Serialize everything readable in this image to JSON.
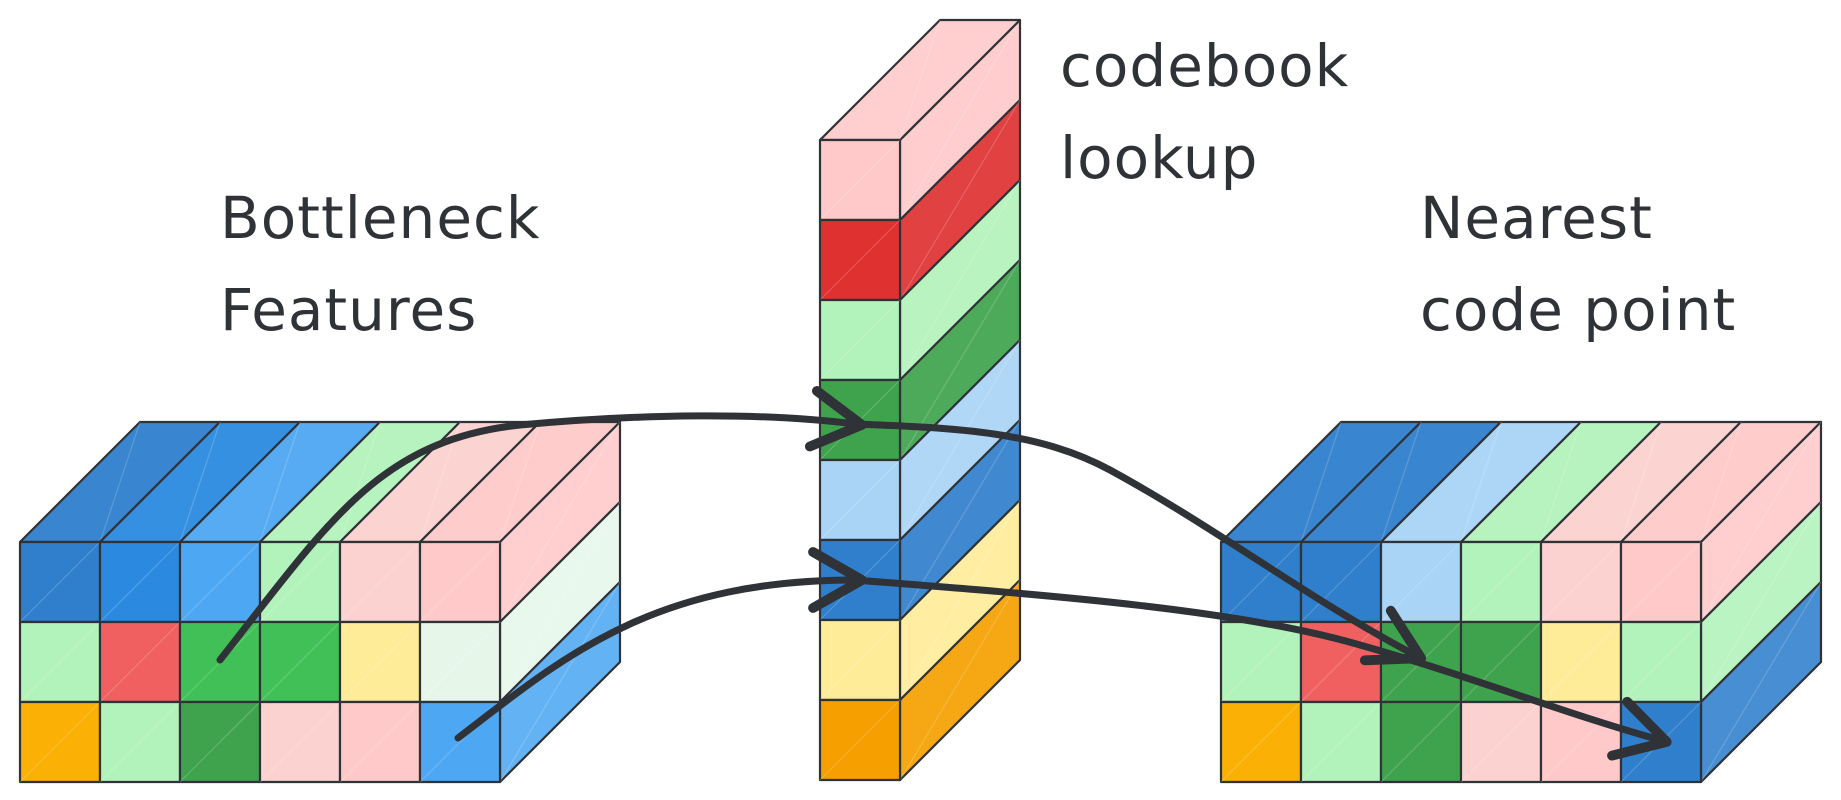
{
  "labels": {
    "bottleneck": [
      "Bottleneck",
      "Features"
    ],
    "codebook": [
      "codebook",
      "lookup"
    ],
    "nearest": [
      "Nearest",
      "code point"
    ]
  },
  "colors": {
    "dark_blue": "#2f7fcc",
    "blue": "#2b8ae0",
    "mid_blue": "#4ea7f2",
    "light_blue": "#a9d4f5",
    "light_green": "#b2f2bb",
    "green": "#40c057",
    "dark_green": "#3fa34d",
    "pink": "#ffc9c9",
    "light_pink": "#fbd2d0",
    "red": "#e03131",
    "salmon": "#f06060",
    "yellow": "#ffec99",
    "orange": "#f59f00",
    "amber": "#fab005",
    "pale_green": "#e6f7ea",
    "stroke": "#2f3237"
  },
  "bottleneck_grid": {
    "front": [
      [
        "dark_blue",
        "blue",
        "mid_blue",
        "light_green",
        "light_pink",
        "pink"
      ],
      [
        "light_green",
        "salmon",
        "green",
        "green",
        "yellow",
        "pale_green"
      ],
      [
        "amber",
        "light_green",
        "dark_green",
        "light_pink",
        "pink",
        "mid_blue"
      ]
    ],
    "side": [
      "pink",
      "pale_green",
      "mid_blue"
    ]
  },
  "codebook_column": [
    "pink",
    "red",
    "light_green",
    "dark_green",
    "light_blue",
    "dark_blue",
    "yellow",
    "orange"
  ],
  "nearest_grid": {
    "front": [
      [
        "dark_blue",
        "dark_blue",
        "light_blue",
        "light_green",
        "light_pink",
        "pink"
      ],
      [
        "light_green",
        "salmon",
        "dark_green",
        "dark_green",
        "yellow",
        "light_green"
      ],
      [
        "amber",
        "light_green",
        "dark_green",
        "light_pink",
        "pink",
        "dark_blue"
      ]
    ],
    "side": [
      "pink",
      "light_green",
      "dark_blue"
    ]
  }
}
